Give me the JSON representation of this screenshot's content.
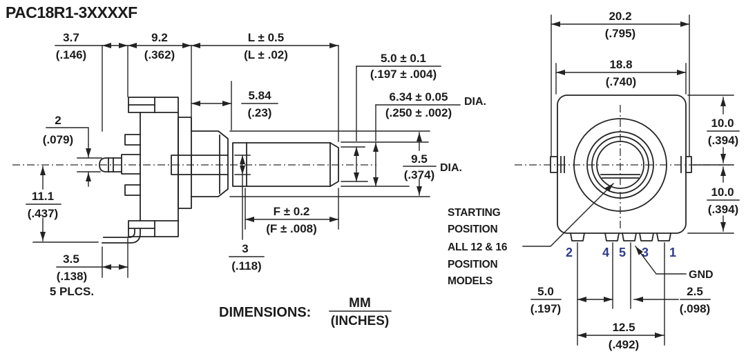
{
  "title": "PAC18R1-3XXXXF",
  "units": {
    "label": "DIMENSIONS:",
    "mm": "MM",
    "inches": "(INCHES)"
  },
  "side": {
    "d37": {
      "mm": "3.7",
      "in": "(.146)"
    },
    "d92": {
      "mm": "9.2",
      "in": "(.362)"
    },
    "dL": {
      "mm": "L ± 0.5",
      "in": "(L ± .02)"
    },
    "d584": {
      "mm": "5.84",
      "in": "(.23)"
    },
    "d50": {
      "mm": "5.0 ± 0.1",
      "in": "(.197 ± .004)"
    },
    "d634": {
      "mm": "6.34 ± 0.05",
      "in": "(.250 ± .002)",
      "suffix": "DIA."
    },
    "d95": {
      "mm": "9.5",
      "in": "(.374)",
      "suffix": "DIA."
    },
    "d2": {
      "mm": "2",
      "in": "(.079)"
    },
    "d111": {
      "mm": "11.1",
      "in": "(.437)"
    },
    "d35": {
      "mm": "3.5",
      "in": "(.138)",
      "note": "5 PLCS."
    },
    "d3": {
      "mm": "3",
      "in": "(.118)"
    },
    "dF": {
      "mm": "F ± 0.2",
      "in": "(F ± .008)"
    }
  },
  "front": {
    "d202": {
      "mm": "20.2",
      "in": "(.795)"
    },
    "d188": {
      "mm": "18.8",
      "in": "(.740)"
    },
    "d100t": {
      "mm": "10.0",
      "in": "(.394)"
    },
    "d100b": {
      "mm": "10.0",
      "in": "(.394)"
    },
    "d50": {
      "mm": "5.0",
      "in": "(.197)"
    },
    "d25": {
      "mm": "2.5",
      "in": "(.098)"
    },
    "d125": {
      "mm": "12.5",
      "in": "(.492)"
    },
    "pins": [
      "2",
      "4",
      "5",
      "3",
      "1"
    ],
    "gnd": "GND",
    "sp": [
      "STARTING",
      "POSITION",
      "ALL 12 & 16",
      "POSITION",
      "MODELS"
    ]
  }
}
